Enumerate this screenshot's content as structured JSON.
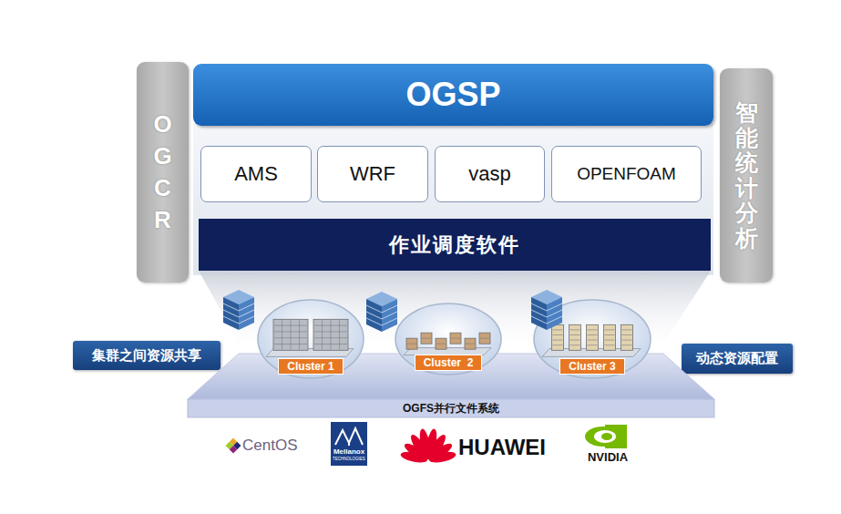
{
  "diagram": {
    "nodes": [
      {
        "text": [
          "OGCR"
        ]
      },
      {
        "text": [
          "OGSP"
        ]
      },
      {
        "text": [
          "智能统计分析"
        ]
      },
      {
        "text": [
          "AMS"
        ]
      },
      {
        "text": [
          "WRF"
        ]
      },
      {
        "text": [
          "vasp"
        ]
      },
      {
        "text": [
          "OPENFOAM"
        ]
      },
      {
        "text": [
          "作业调度软件"
        ]
      },
      {
        "text": [
          "集群之间资源共享"
        ]
      },
      {
        "text": [
          "Cluster 1"
        ]
      },
      {
        "text": [
          "Cluster  2"
        ]
      },
      {
        "text": [
          "Cluster 3"
        ]
      },
      {
        "text": [
          "动态资源配置"
        ]
      },
      {
        "text": [
          "OGFS并行文件系统"
        ]
      }
    ],
    "labels": [
      "CentOS",
      "Mellanox",
      "TECHNOLOGIES",
      "HUAWEI",
      "NVIDIA"
    ]
  }
}
